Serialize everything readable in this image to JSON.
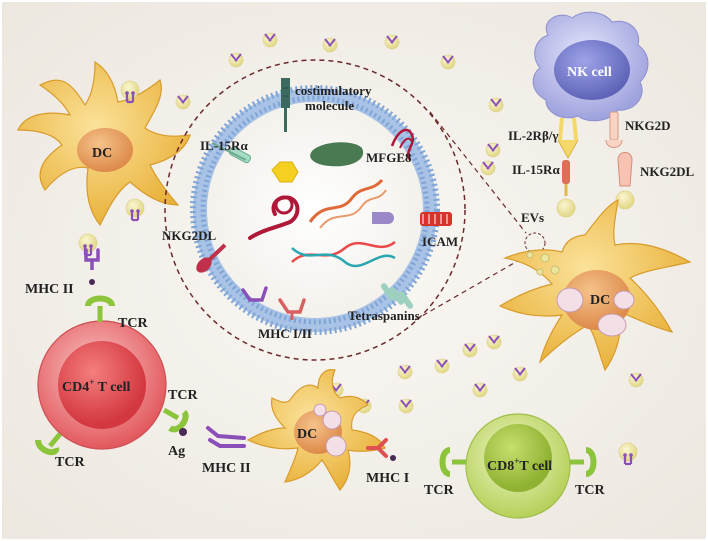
{
  "labels": {
    "costim": "costimulatory",
    "costim2": "molecule",
    "il15ra_ev": "IL-15Rα",
    "mfge8": "MFGE8",
    "nkg2dl_ev": "NKG2DL",
    "icam": "ICAM",
    "mhc12": "MHC I/II",
    "tetraspanins": "Tetraspanins",
    "dc_topleft": "DC",
    "mhc2_left": "MHC II",
    "nk_cell": "NK cell",
    "il2r": "IL-2Rβ/γ",
    "il15ra_nk": "IL-15Rα",
    "nkg2d": "NKG2D",
    "nkg2dl_nk": "NKG2DL",
    "evs": "EVs",
    "dc_right": "DC",
    "tcr_top": "TCR",
    "cd4_main": "CD4",
    "cd4_sup": "+",
    "cd4_tail": " T cell",
    "tcr_right": "TCR",
    "tcr_bottom": "TCR",
    "ag": "Ag",
    "mhc2_bottom": "MHC II",
    "dc_bottom": "DC",
    "mhc1_bottom": "MHC I",
    "cd8_main": "CD8",
    "cd8_sup": "+",
    "cd8_tail": "T cell",
    "tcr_cd8_left": "TCR",
    "tcr_cd8_right": "TCR"
  },
  "colors": {
    "background": "#f5f3ef",
    "dc_body": "#f2c04e",
    "dc_nucleus": "#e8a05a",
    "nk_body": "#b7b9e6",
    "cd4_body": "#e8666a",
    "cd8_body": "#c6dc6a",
    "tcr": "#8cc43c",
    "mhc2": "#8a4fb8",
    "ev_membrane": "#9fbbe0"
  }
}
